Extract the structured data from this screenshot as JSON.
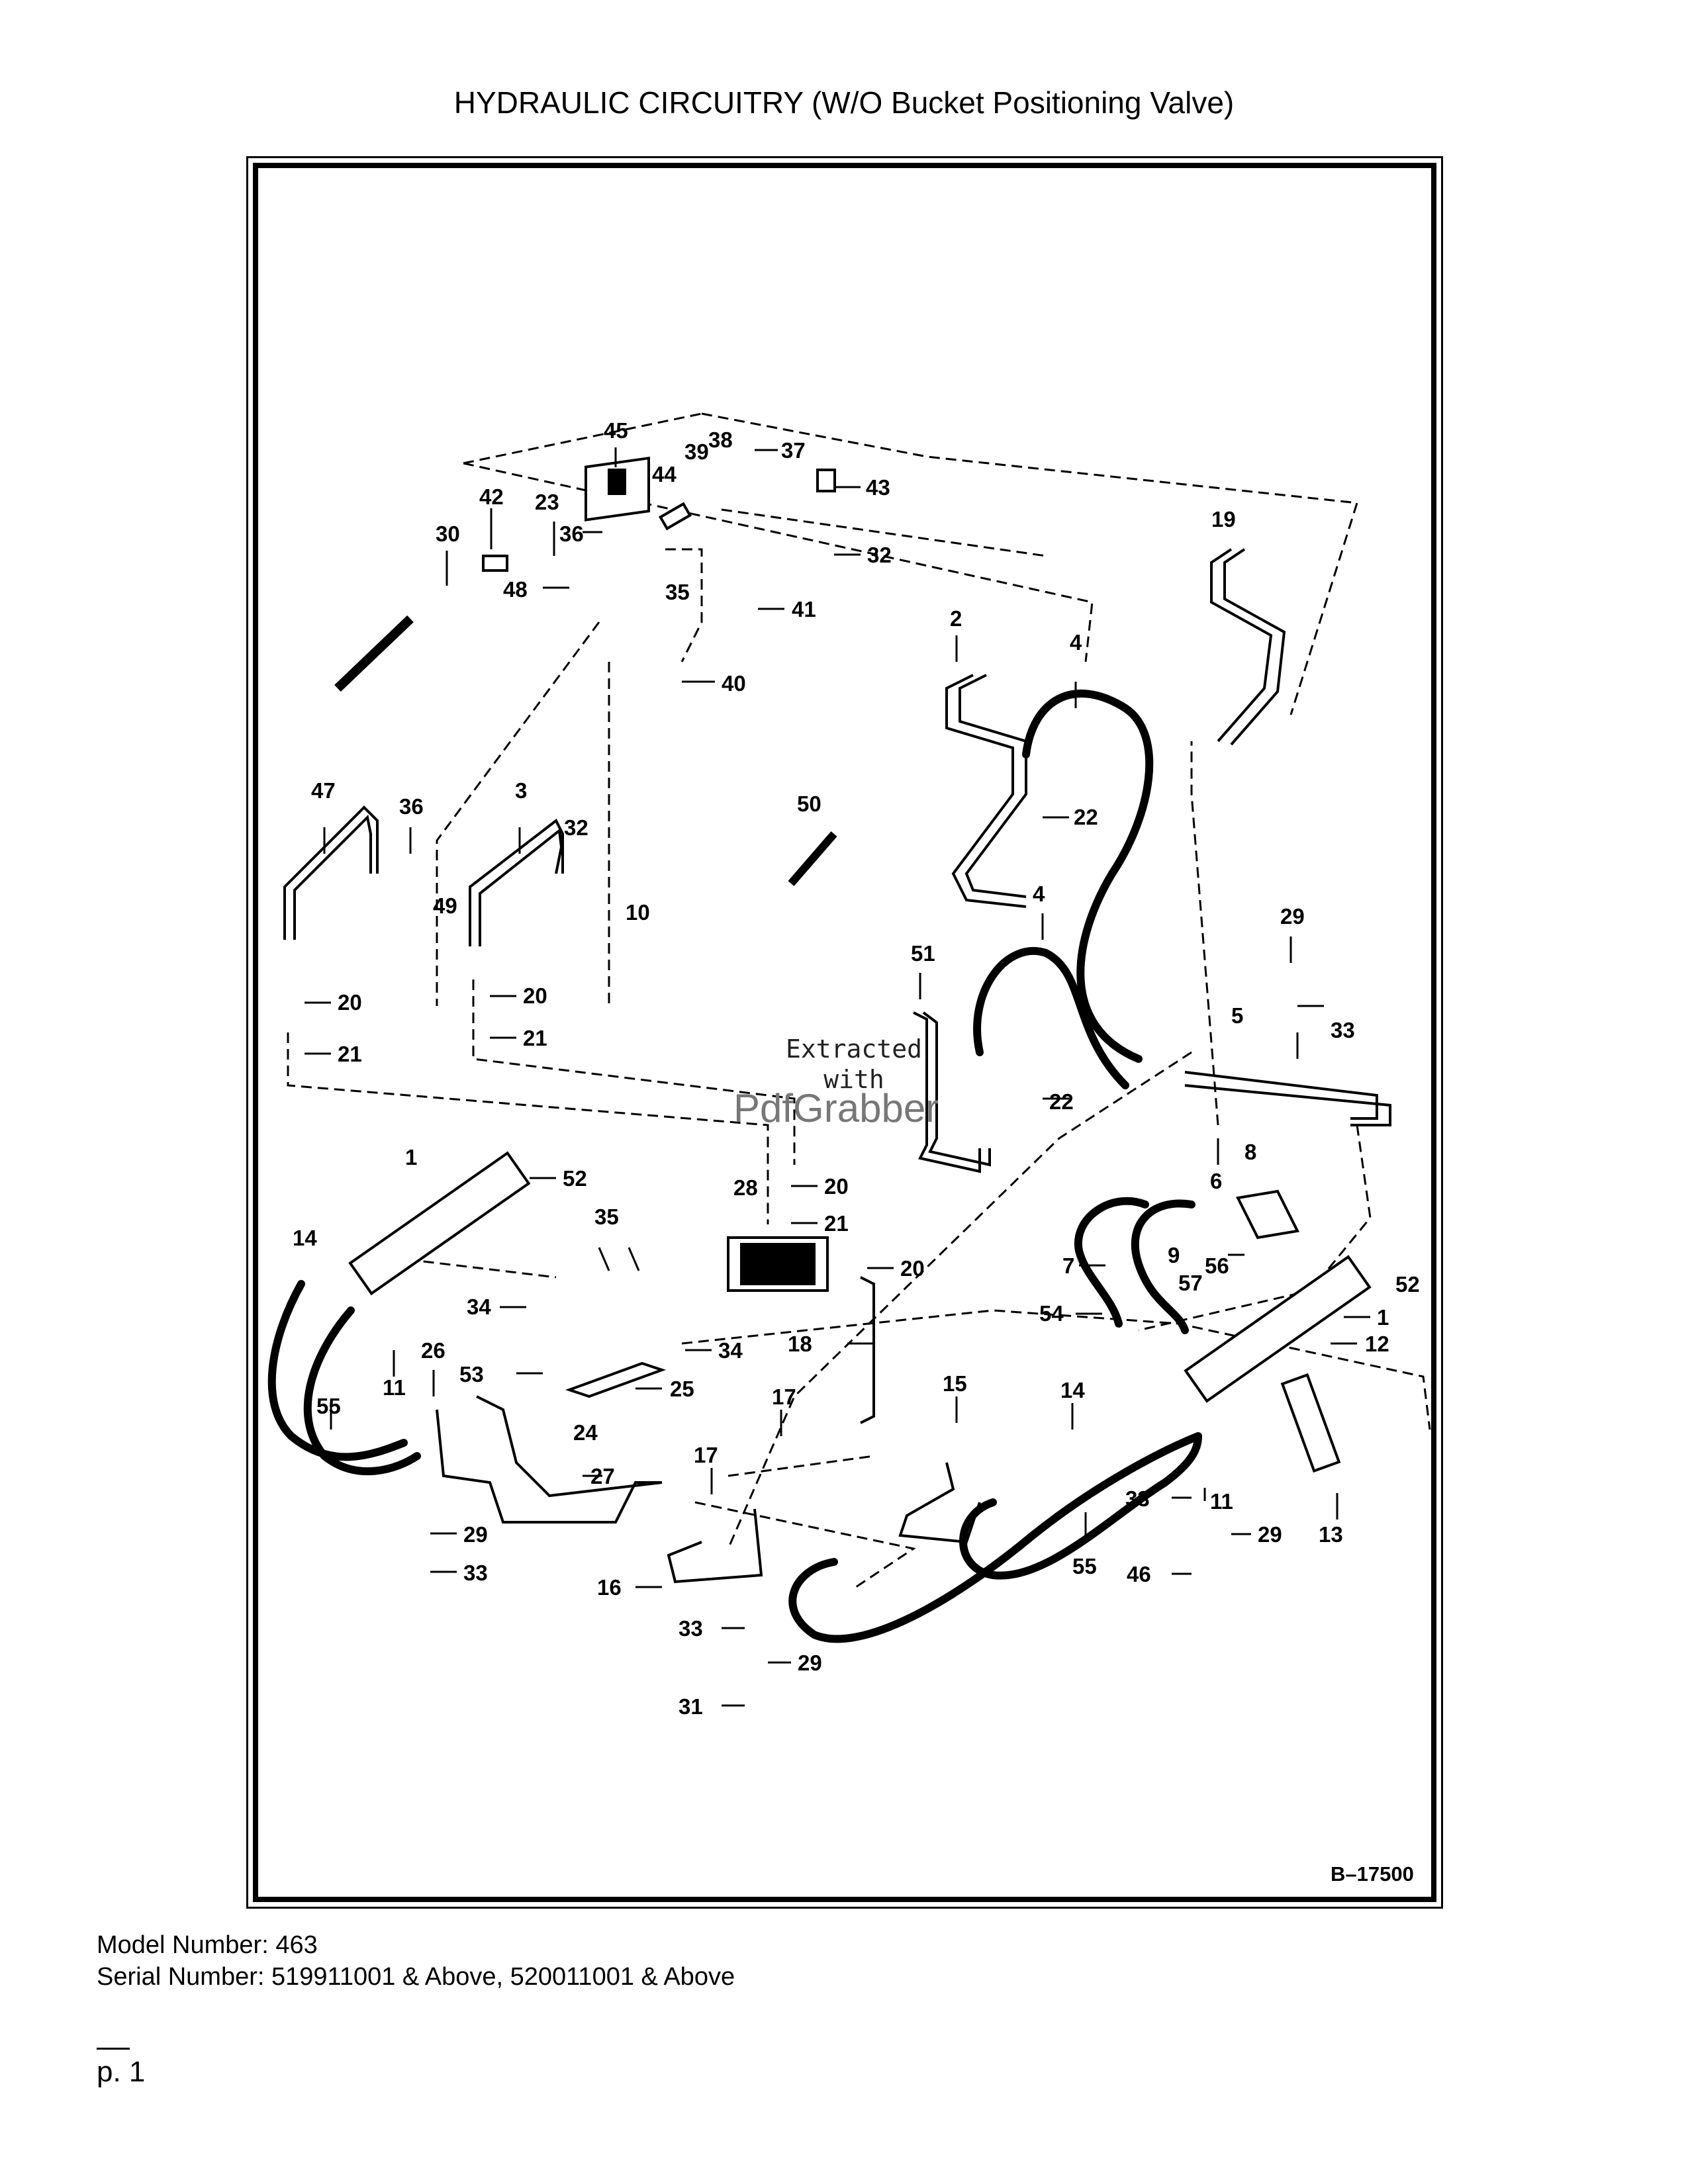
{
  "title": "HYDRAULIC CIRCUITRY (W/O Bucket Positioning Valve)",
  "diagram_code": "B–17500",
  "callouts": {
    "n45": "45",
    "n38": "38",
    "n37": "37",
    "n39": "39",
    "n44": "44",
    "n43": "43",
    "n42": "42",
    "n23": "23",
    "n30": "30",
    "n36a": "36",
    "n48": "48",
    "n32a": "32",
    "n35a": "35",
    "n41": "41",
    "n19": "19",
    "n2": "2",
    "n4a": "4",
    "n40": "40",
    "n22a": "22",
    "n47": "47",
    "n36b": "36",
    "n3": "3",
    "n32b": "32",
    "n50": "50",
    "n49": "49",
    "n10": "10",
    "n4b": "4",
    "n29a": "29",
    "n51": "51",
    "n20a": "20",
    "n20b": "20",
    "n21a": "21",
    "n21b": "21",
    "n5": "5",
    "n33a": "33",
    "n22b": "22",
    "n1a": "1",
    "n52a": "52",
    "n6": "6",
    "n8": "8",
    "n28": "28",
    "n20c": "20",
    "n21c": "21",
    "n35b": "35",
    "n14a": "14",
    "n20d": "20",
    "n7": "7",
    "n9": "9",
    "n56": "56",
    "n52b": "52",
    "n57": "57",
    "n54": "54",
    "n1b": "1",
    "n12": "12",
    "n34a": "34",
    "n34b": "34",
    "n11a": "11",
    "n26": "26",
    "n53": "53",
    "n25": "25",
    "n18": "18",
    "n17a": "17",
    "n15": "15",
    "n14b": "14",
    "n55a": "55",
    "n24": "24",
    "n27": "27",
    "n17b": "17",
    "n11b": "11",
    "n33b": "33",
    "n29b": "29",
    "n13": "13",
    "n29c": "29",
    "n33c": "33",
    "n16": "16",
    "n55b": "55",
    "n46": "46",
    "n33d": "33",
    "n29d": "29",
    "n31": "31"
  },
  "watermark": {
    "line1": "Extracted",
    "line2": "with",
    "logo": "PdfGrabber"
  },
  "footer": {
    "model": "Model Number: 463",
    "serial": "Serial Number: 519911001 & Above, 520011001 & Above"
  },
  "page_number": "p. 1"
}
